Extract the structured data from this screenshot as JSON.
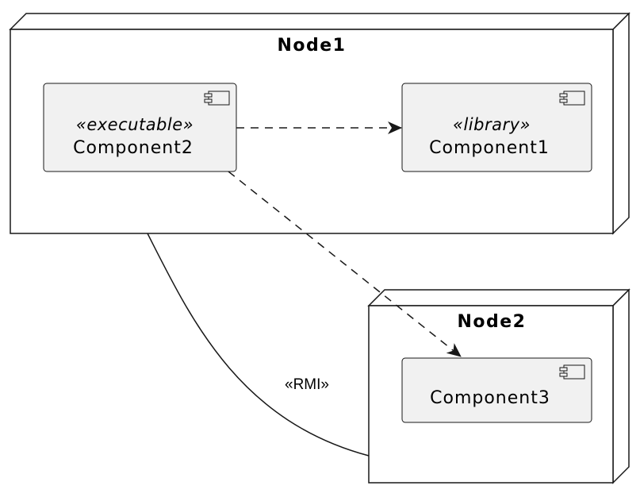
{
  "nodes": {
    "node1": {
      "title": "Node1"
    },
    "node2": {
      "title": "Node2"
    }
  },
  "components": {
    "component2": {
      "stereotype": "«executable»",
      "name": "Component2"
    },
    "component1": {
      "stereotype": "«library»",
      "name": "Component1"
    },
    "component3": {
      "name": "Component3"
    }
  },
  "edges": {
    "node_link_label": "«RMI»"
  },
  "colors": {
    "component_fill": "#f1f1f1",
    "line": "#181818",
    "background": "#ffffff"
  }
}
